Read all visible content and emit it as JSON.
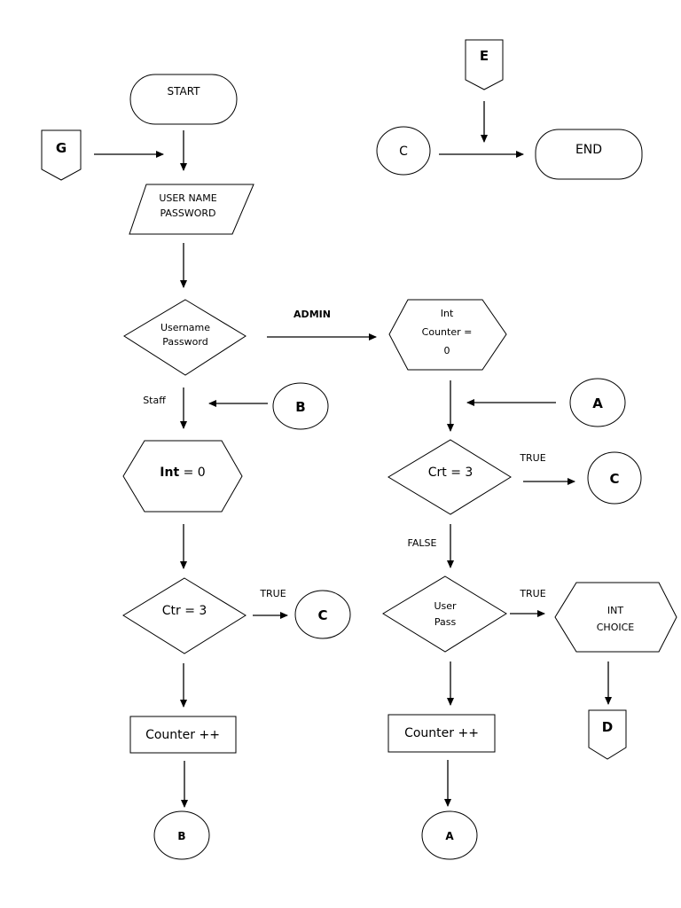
{
  "diagram": {
    "title": "Login flowchart",
    "nodes": {
      "start": {
        "type": "terminator",
        "label": "START"
      },
      "end": {
        "type": "terminator",
        "label": "END"
      },
      "connector_g": {
        "type": "offpage",
        "label": "G"
      },
      "connector_e": {
        "type": "offpage",
        "label": "E"
      },
      "connector_d": {
        "type": "offpage",
        "label": "D"
      },
      "connector_c_end": {
        "type": "connector",
        "label": "C"
      },
      "input_credentials": {
        "type": "io",
        "lines": [
          "USER NAME",
          "PASSWORD"
        ]
      },
      "decision_role": {
        "type": "decision",
        "lines": [
          "Username",
          "Password"
        ]
      },
      "init_admin_counter": {
        "type": "preparation",
        "lines": [
          "Int",
          "Counter =",
          "0"
        ]
      },
      "connector_b_in": {
        "type": "connector",
        "label": "B"
      },
      "connector_a_in": {
        "type": "connector",
        "label": "A"
      },
      "init_staff": {
        "type": "preparation",
        "label_bold": "Int",
        "label_rest": " = 0"
      },
      "decision_crt": {
        "type": "decision",
        "label": "Crt = 3"
      },
      "connector_c_admin": {
        "type": "connector",
        "label": "C"
      },
      "decision_ctr": {
        "type": "decision",
        "label": "Ctr = 3"
      },
      "connector_c_staff": {
        "type": "connector",
        "label": "C"
      },
      "decision_userpass": {
        "type": "decision",
        "lines": [
          "User",
          "Pass"
        ]
      },
      "int_choice": {
        "type": "preparation",
        "lines": [
          "INT",
          "CHOICE"
        ]
      },
      "process_counter_staff": {
        "type": "process",
        "label": "Counter ++"
      },
      "process_counter_admin": {
        "type": "process",
        "label": "Counter ++"
      },
      "connector_b_out": {
        "type": "connector",
        "label": "B"
      },
      "connector_a_out": {
        "type": "connector",
        "label": "A"
      }
    },
    "edge_labels": {
      "admin": "ADMIN",
      "staff": "Staff",
      "true_crt": "TRUE",
      "false_crt": "FALSE",
      "true_ctr": "TRUE",
      "true_userpass": "TRUE"
    }
  }
}
